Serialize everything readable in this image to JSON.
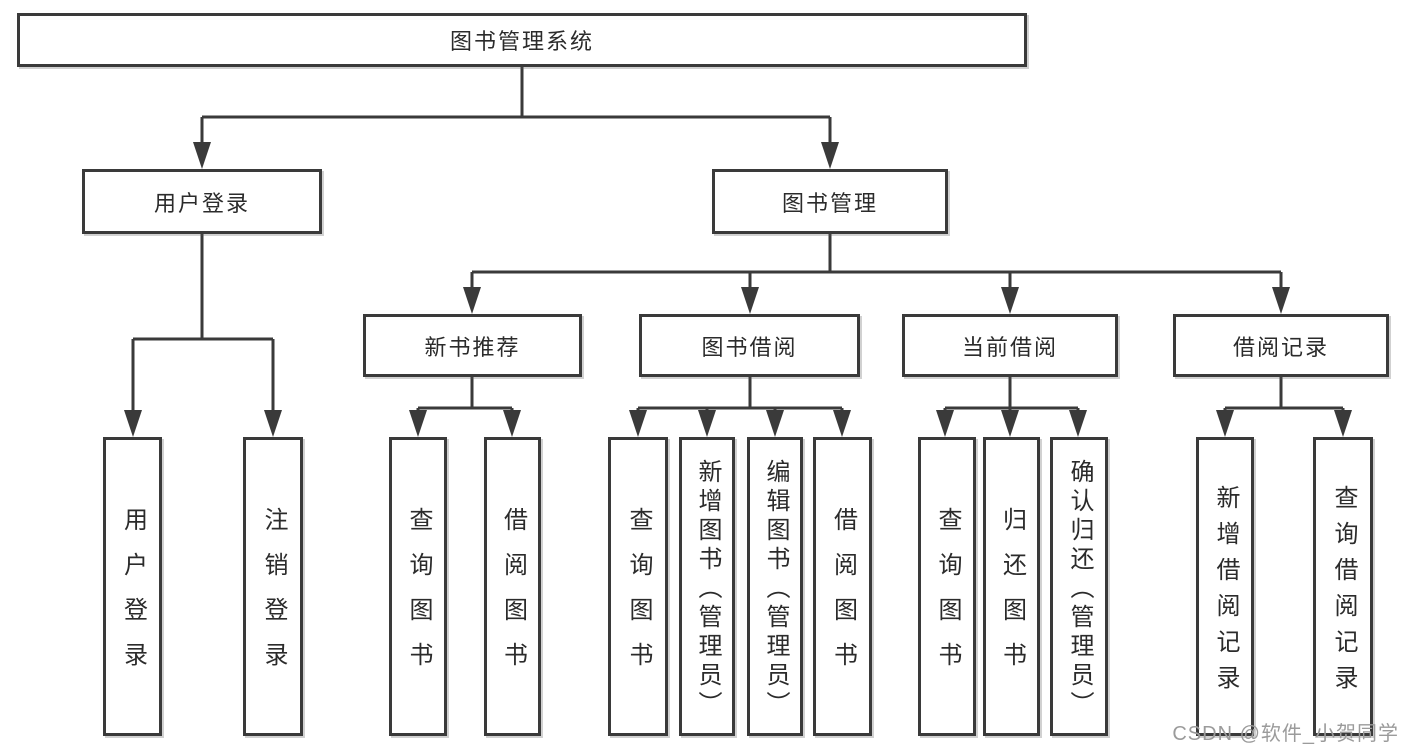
{
  "diagram_title": "图书管理系统",
  "nodes": {
    "root": {
      "label": "图书管理系统"
    },
    "level2": [
      {
        "label": "用户登录",
        "parent": "图书管理系统"
      },
      {
        "label": "图书管理",
        "parent": "图书管理系统"
      }
    ],
    "level3": [
      {
        "label": "新书推荐",
        "parent": "图书管理"
      },
      {
        "label": "图书借阅",
        "parent": "图书管理"
      },
      {
        "label": "当前借阅",
        "parent": "图书管理"
      },
      {
        "label": "借阅记录",
        "parent": "图书管理"
      }
    ],
    "leaves": [
      {
        "label": "用户登录",
        "parent": "用户登录"
      },
      {
        "label": "注销登录",
        "parent": "用户登录"
      },
      {
        "label": "查询图书",
        "parent": "新书推荐"
      },
      {
        "label": "借阅图书",
        "parent": "新书推荐"
      },
      {
        "label": "查询图书",
        "parent": "图书借阅"
      },
      {
        "label": "新增图书（管理员）",
        "parent": "图书借阅"
      },
      {
        "label": "编辑图书（管理员）",
        "parent": "图书借阅"
      },
      {
        "label": "借阅图书",
        "parent": "图书借阅"
      },
      {
        "label": "查询图书",
        "parent": "当前借阅"
      },
      {
        "label": "归还图书",
        "parent": "当前借阅"
      },
      {
        "label": "确认归还（管理员）",
        "parent": "当前借阅"
      },
      {
        "label": "新增借阅记录",
        "parent": "借阅记录"
      },
      {
        "label": "查询借阅记录",
        "parent": "借阅记录"
      }
    ]
  },
  "watermark": {
    "text": "CSDN @软件_小贺同学"
  },
  "colors": {
    "line": "#3a3a3a",
    "text": "#2b2b2b",
    "watermark": "#9b9b9b",
    "background": "#ffffff"
  }
}
